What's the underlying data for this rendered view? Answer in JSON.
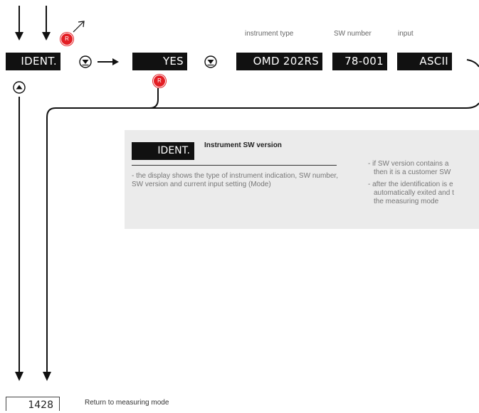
{
  "flow": {
    "display_ident": "IDENT.",
    "display_yes": "YES",
    "display_instrument": "OMD 202RS",
    "display_sw_number": "78-001",
    "display_input": "ASCII",
    "label_instrument_type": "instrument type",
    "label_sw_number": "SW number",
    "label_input": "input",
    "reset_badge": "R"
  },
  "panel": {
    "display": "IDENT.",
    "title": "Instrument SW version",
    "description": "- the display shows the type of instrument indication, SW number, SW version and current input setting (Mode)",
    "notes": [
      "- if SW version contains a",
      "then it is a customer SW",
      "- after the identification is e",
      "automatically exited and t",
      "the measuring mode"
    ]
  },
  "footer": {
    "code": "1428",
    "text": "Return to measuring mode"
  },
  "icons": {
    "down_button": "down-triangle-button-icon",
    "up_button": "up-triangle-button-icon",
    "reset": "reset-badge-icon",
    "diagonal_arrow": "diagonal-arrow-icon"
  }
}
